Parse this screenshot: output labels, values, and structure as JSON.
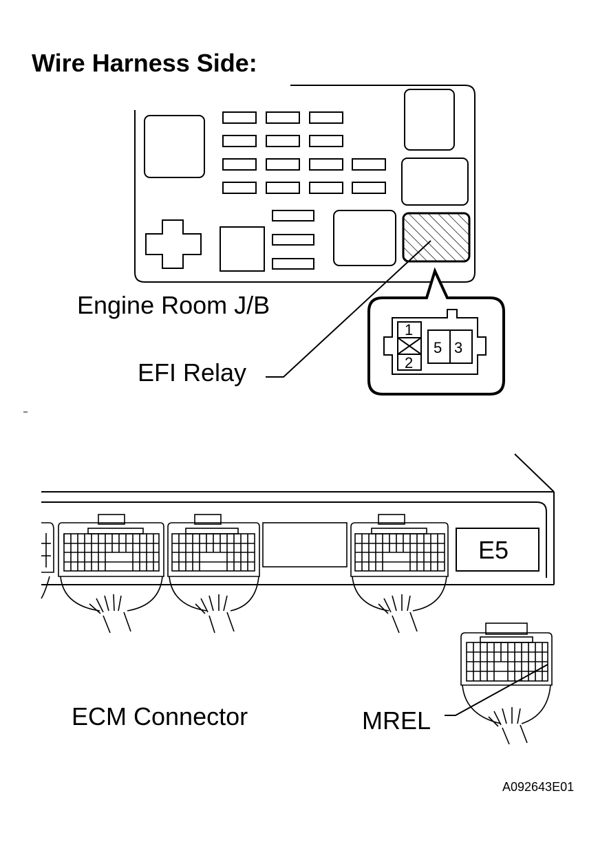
{
  "title": "Wire Harness Side:",
  "labels": {
    "engine_room_jb": "Engine Room J/B",
    "efi_relay": "EFI Relay",
    "ecm_connector": "ECM Connector",
    "mrel": "MREL",
    "connector_code": "E5"
  },
  "relay_pins": [
    "1",
    "2",
    "5",
    "3"
  ],
  "figure_code": "A092643E01"
}
